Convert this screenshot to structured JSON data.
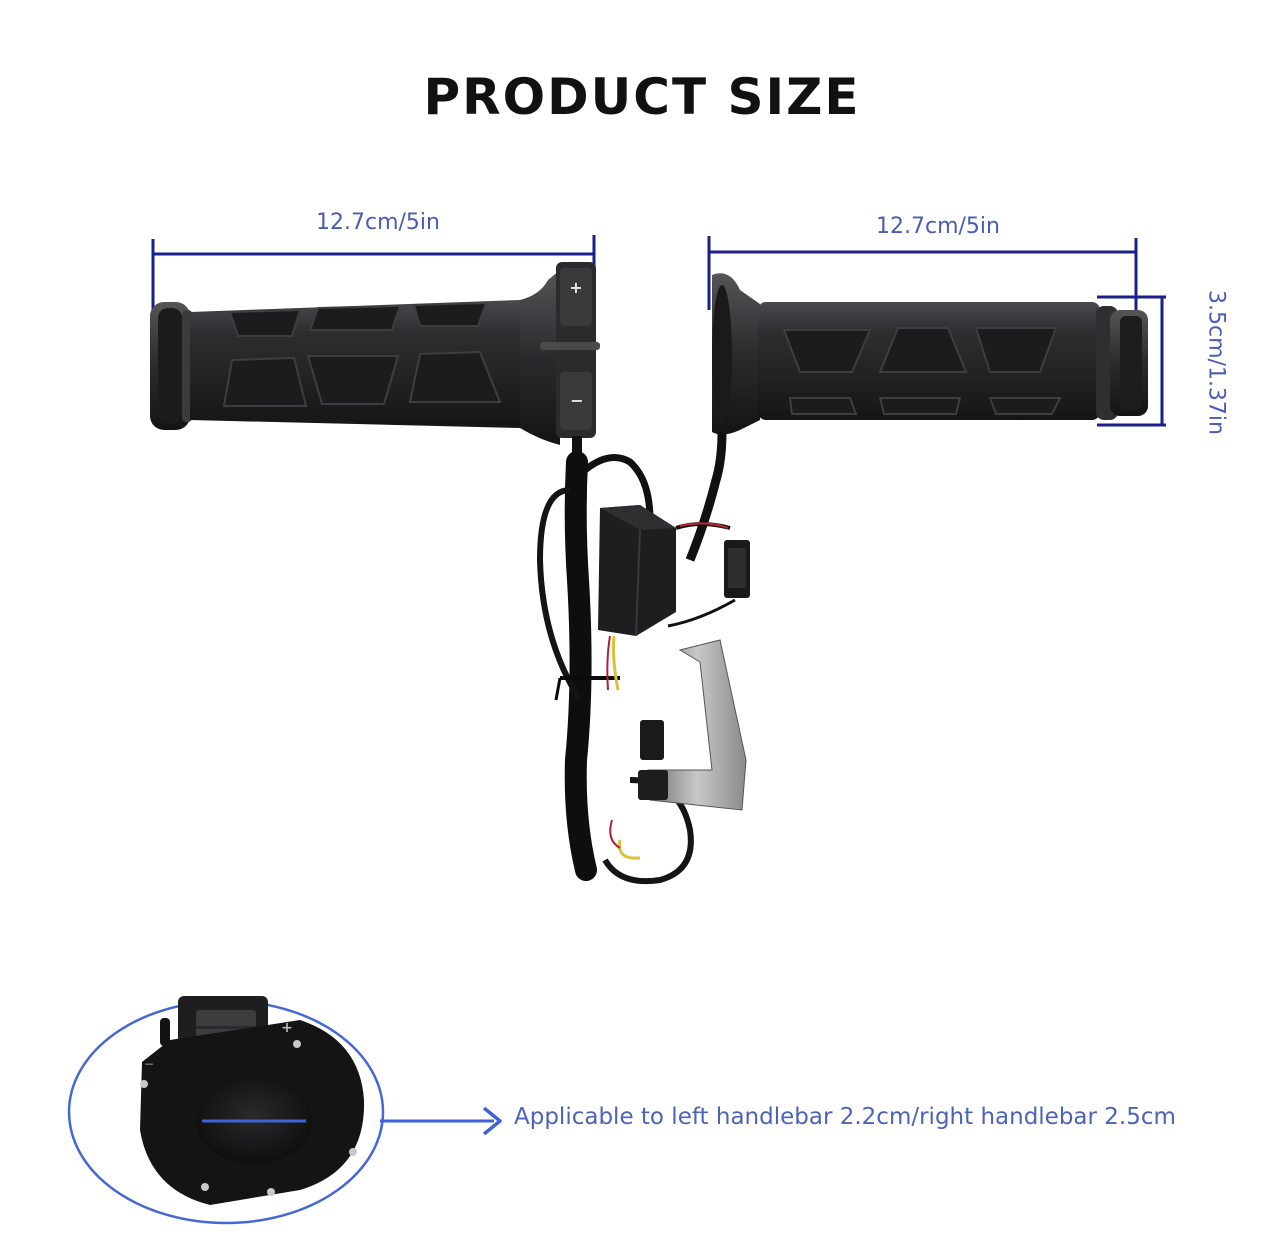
{
  "header": {
    "title": "PRODUCT SIZE"
  },
  "dimensions": {
    "left_grip_length": "12.7cm/5in",
    "right_grip_length": "12.7cm/5in",
    "grip_diameter": "3.5cm/1.37in"
  },
  "controller": {
    "plus_symbol": "+",
    "minus_symbol": "−"
  },
  "note": {
    "text": "Applicable to left handlebar 2.2cm/right handlebar 2.5cm"
  },
  "colors": {
    "dimension_line": "#1a1f8a",
    "dimension_text": "#4a5cb3",
    "callout_blue": "#3f62d6",
    "grip_dark": "#2a2a2c",
    "title": "#111111"
  }
}
